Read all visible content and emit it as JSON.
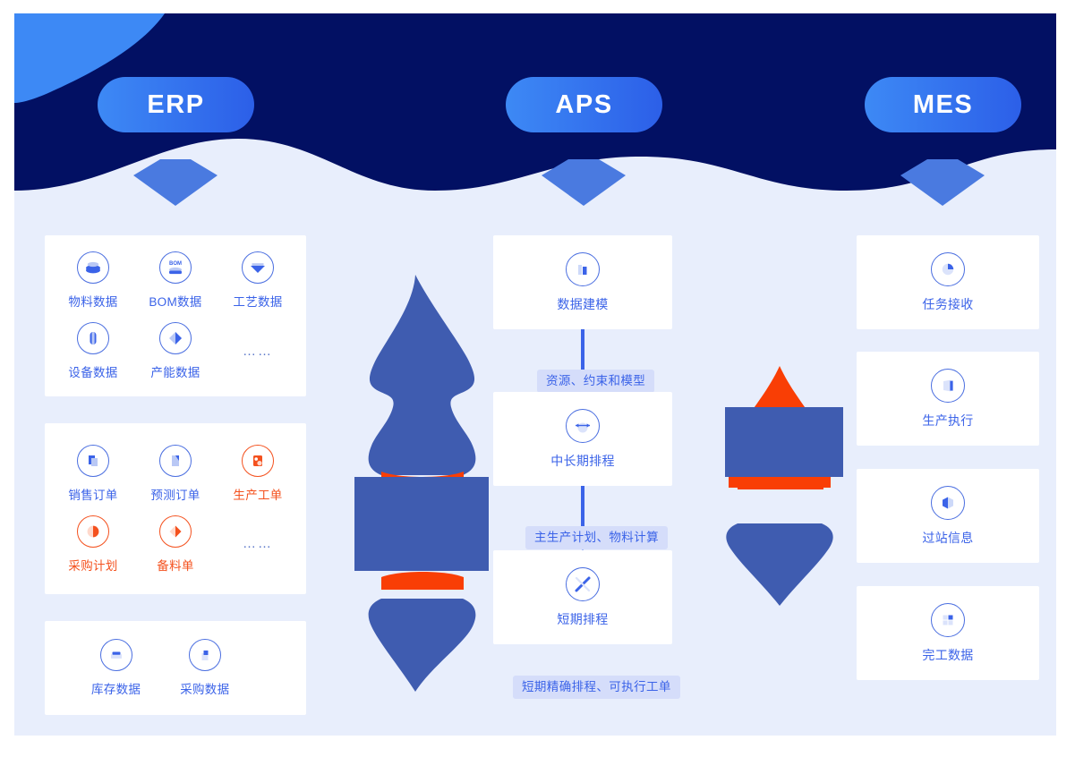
{
  "theme": {
    "panel_bg": "#e8eefc",
    "navy": "#021063",
    "bright_blue": "#3d89f5",
    "accent_blue": "#3b63e8",
    "accent_orange": "#f4511e",
    "badge_bg": "#d5ddfa",
    "card_bg": "#ffffff",
    "shape_blue": "#3f5cb0"
  },
  "header": {
    "pills": [
      {
        "label": "ERP",
        "name": "pill-erp"
      },
      {
        "label": "APS",
        "name": "pill-aps"
      },
      {
        "label": "MES",
        "name": "pill-mes"
      }
    ]
  },
  "erp": {
    "card1": {
      "items": [
        {
          "label": "物料数据",
          "icon": "material-data-icon",
          "color": "blue"
        },
        {
          "label": "BOM数据",
          "icon": "bom-data-icon",
          "color": "blue"
        },
        {
          "label": "工艺数据",
          "icon": "process-data-icon",
          "color": "blue"
        },
        {
          "label": "设备数据",
          "icon": "equipment-data-icon",
          "color": "blue"
        },
        {
          "label": "产能数据",
          "icon": "capacity-data-icon",
          "color": "blue"
        },
        {
          "label": "……",
          "icon": "ellipsis-icon",
          "color": "blue"
        }
      ]
    },
    "card2": {
      "items": [
        {
          "label": "销售订单",
          "icon": "sales-order-icon",
          "color": "blue"
        },
        {
          "label": "预测订单",
          "icon": "forecast-order-icon",
          "color": "blue"
        },
        {
          "label": "生产工单",
          "icon": "production-workorder-icon",
          "color": "orange"
        },
        {
          "label": "采购计划",
          "icon": "purchase-plan-icon",
          "color": "orange"
        },
        {
          "label": "备料单",
          "icon": "material-prep-icon",
          "color": "orange"
        },
        {
          "label": "……",
          "icon": "ellipsis-icon",
          "color": "blue"
        }
      ]
    },
    "card3": {
      "items": [
        {
          "label": "库存数据",
          "icon": "inventory-data-icon",
          "color": "blue"
        },
        {
          "label": "采购数据",
          "icon": "purchase-data-icon",
          "color": "blue"
        }
      ]
    }
  },
  "aps": {
    "steps": [
      {
        "label": "数据建模",
        "icon": "data-modeling-icon"
      },
      {
        "label": "中长期排程",
        "icon": "midterm-scheduling-icon"
      },
      {
        "label": "短期排程",
        "icon": "shortterm-scheduling-icon"
      }
    ],
    "badges": [
      {
        "label": "资源、约束和模型"
      },
      {
        "label": "主生产计划、物料计算"
      },
      {
        "label": "短期精确排程、可执行工单"
      }
    ]
  },
  "mes": {
    "items": [
      {
        "label": "任务接收",
        "icon": "task-receive-icon"
      },
      {
        "label": "生产执行",
        "icon": "production-execution-icon"
      },
      {
        "label": "过站信息",
        "icon": "station-pass-icon"
      },
      {
        "label": "完工数据",
        "icon": "completion-data-icon"
      }
    ]
  }
}
